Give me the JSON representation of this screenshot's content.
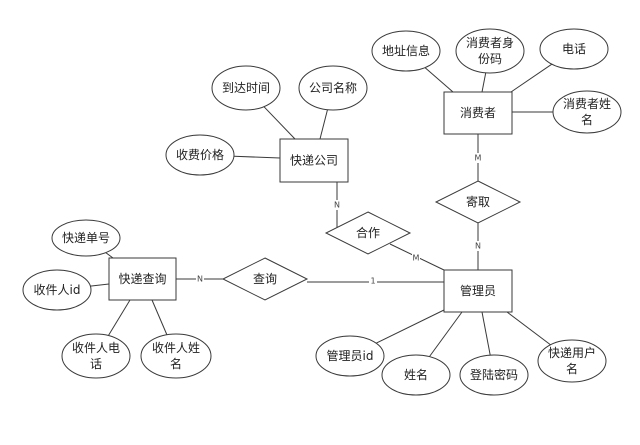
{
  "diagram": {
    "type": "er-diagram",
    "entities": [
      {
        "id": "consumer",
        "label": "消费者"
      },
      {
        "id": "courier_company",
        "label": "快递公司"
      },
      {
        "id": "parcel_query",
        "label": "快递查询"
      },
      {
        "id": "admin",
        "label": "管理员"
      }
    ],
    "relationships": [
      {
        "id": "send_pickup",
        "label": "寄取"
      },
      {
        "id": "cooperate",
        "label": "合作"
      },
      {
        "id": "query",
        "label": "查询"
      }
    ],
    "attributes": [
      {
        "id": "consumer_address",
        "entity": "consumer",
        "lines": [
          "地址信息"
        ]
      },
      {
        "id": "consumer_idcode",
        "entity": "consumer",
        "lines": [
          "消费者身",
          "份码"
        ]
      },
      {
        "id": "consumer_phone",
        "entity": "consumer",
        "lines": [
          "电话"
        ]
      },
      {
        "id": "consumer_name",
        "entity": "consumer",
        "lines": [
          "消费者姓",
          "名"
        ]
      },
      {
        "id": "company_arrival_time",
        "entity": "courier_company",
        "lines": [
          "到达时间"
        ]
      },
      {
        "id": "company_name",
        "entity": "courier_company",
        "lines": [
          "公司名称"
        ]
      },
      {
        "id": "company_price",
        "entity": "courier_company",
        "lines": [
          "收费价格"
        ]
      },
      {
        "id": "query_tracking_no",
        "entity": "parcel_query",
        "lines": [
          "快递单号"
        ]
      },
      {
        "id": "query_recipient_id",
        "entity": "parcel_query",
        "lines": [
          "收件人id"
        ]
      },
      {
        "id": "query_recipient_phone",
        "entity": "parcel_query",
        "lines": [
          "收件人电",
          "话"
        ]
      },
      {
        "id": "query_recipient_name",
        "entity": "parcel_query",
        "lines": [
          "收件人姓",
          "名"
        ]
      },
      {
        "id": "admin_id",
        "entity": "admin",
        "lines": [
          "管理员id"
        ]
      },
      {
        "id": "admin_name",
        "entity": "admin",
        "lines": [
          "姓名"
        ]
      },
      {
        "id": "admin_password",
        "entity": "admin",
        "lines": [
          "登陆密码"
        ]
      },
      {
        "id": "admin_username",
        "entity": "admin",
        "lines": [
          "快递用户",
          "名"
        ]
      }
    ],
    "links": [
      {
        "id": "consumer-send_pickup",
        "from": "consumer",
        "to": "send_pickup",
        "cardinality": "M"
      },
      {
        "id": "send_pickup-admin",
        "from": "send_pickup",
        "to": "admin",
        "cardinality": "N"
      },
      {
        "id": "company-cooperate",
        "from": "courier_company",
        "to": "cooperate",
        "cardinality": "N"
      },
      {
        "id": "cooperate-admin",
        "from": "cooperate",
        "to": "admin",
        "cardinality": "M"
      },
      {
        "id": "parcel_query-query",
        "from": "parcel_query",
        "to": "query",
        "cardinality": "N"
      },
      {
        "id": "query-admin",
        "from": "query",
        "to": "admin",
        "cardinality": "1"
      }
    ]
  }
}
